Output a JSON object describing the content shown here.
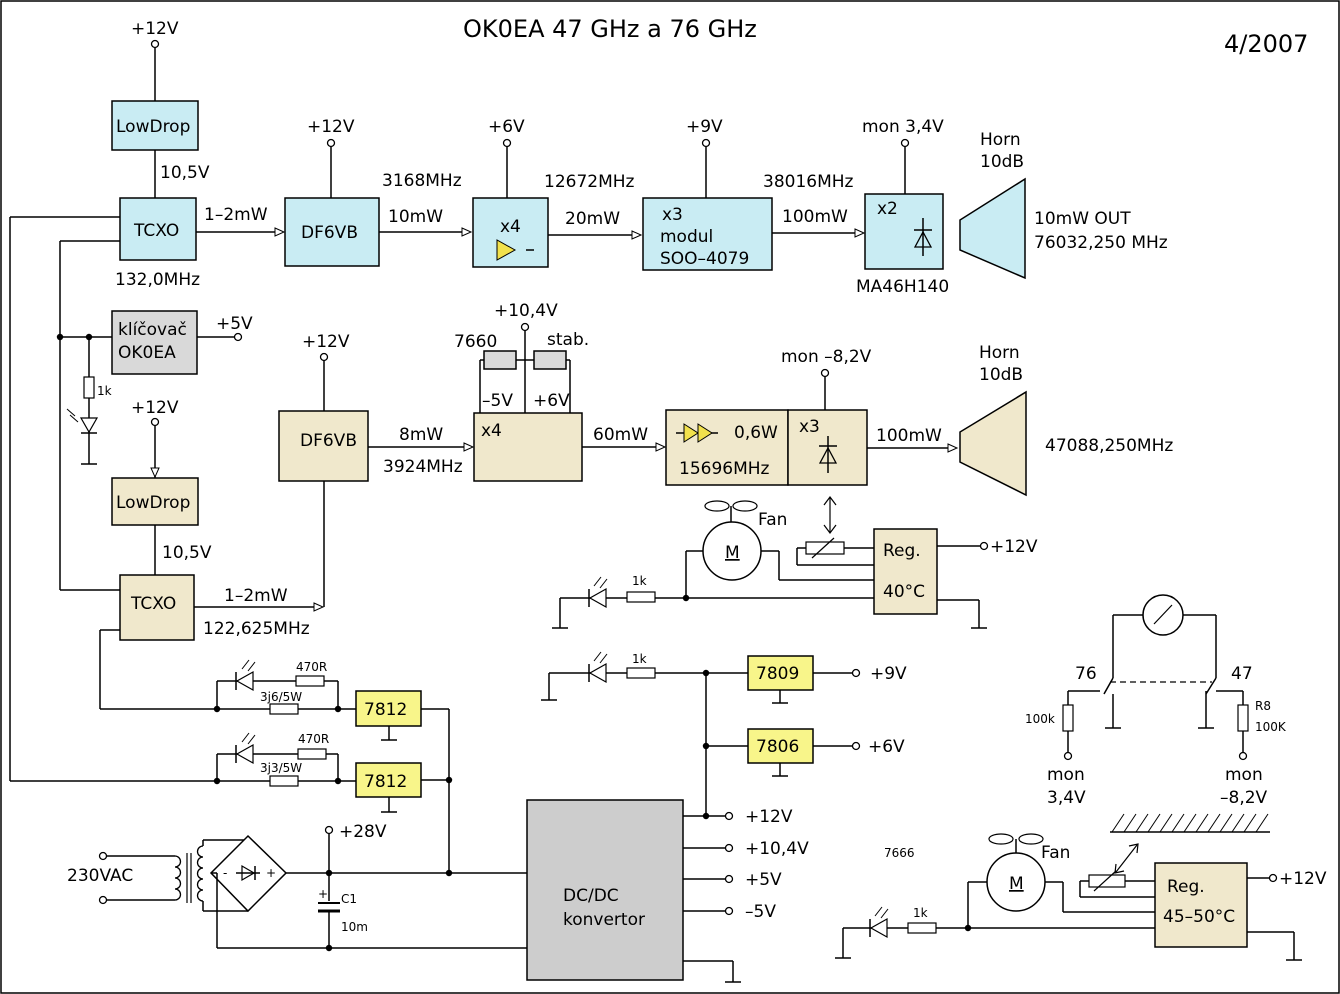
{
  "title": "OK0EA  47 GHz a 76 GHz",
  "date": "4/2007",
  "colors": {
    "cyan": "#c9ecf3",
    "beige": "#f0e8cc",
    "gray": "#d9d9d9",
    "yellow": "#f8f58a",
    "dcdc": "#cdcdcd",
    "triangle": "#f2e14c"
  },
  "chain76": {
    "supply_top": "+12V",
    "lowdrop": "LowDrop",
    "v105": "10,5V",
    "tcxo": "TCXO",
    "tcxo_freq": "132,0MHz",
    "p1": "1–2mW",
    "df6vb_v": "+12V",
    "df6vb": "DF6VB",
    "f3168": "3168MHz",
    "p10": "10mW",
    "x4_v": "+6V",
    "x4": "x4",
    "f12672": "12672MHz",
    "p20": "20mW",
    "x3_v": "+9V",
    "x3_l1": "x3",
    "x3_l2": "modul",
    "x3_l3": "SOO–4079",
    "f38016": "38016MHz",
    "p100": "100mW",
    "x2_v": "mon 3,4V",
    "x2": "x2",
    "diode": "MA46H140",
    "horn_l1": "Horn",
    "horn_l2": "10dB",
    "out_l1": "10mW OUT",
    "out_l2": "76032,250 MHz"
  },
  "keyer": {
    "l1": "klíčovač",
    "l2": "OK0EA",
    "v": "+5V",
    "r": "1k"
  },
  "chain47": {
    "lowdrop_v": "+12V",
    "lowdrop": "LowDrop",
    "v105": "10,5V",
    "tcxo": "TCXO",
    "p1": "1–2mW",
    "tcxo_freq": "122,625MHz",
    "df6vb_v": "+12V",
    "df6vb": "DF6VB",
    "p8": "8mW",
    "f3924": "3924MHz",
    "v104": "+10,4V",
    "reg7660": "7660",
    "stab": "stab.",
    "m5": "–5V",
    "p6": "+6V",
    "x4": "x4",
    "p60": "60mW",
    "pa_p": "0,6W",
    "pa_f": "15696MHz",
    "x3_v": "mon –8,2V",
    "x3": "x3",
    "p100": "100mW",
    "horn_l1": "Horn",
    "horn_l2": "10dB",
    "out": "47088,250MHz"
  },
  "fan1": {
    "fan": "Fan",
    "motor": "M",
    "reg_l1": "Reg.",
    "reg_l2": "40°C",
    "v": "+12V",
    "r": "1k"
  },
  "fan2": {
    "fan": "Fan",
    "motor": "M",
    "reg_l1": "Reg.",
    "reg_l2": "45–50°C",
    "v": "+12V",
    "r": "1k",
    "label7666": "7666"
  },
  "psu": {
    "r470a": "470R",
    "r3j6": "3j6/5W",
    "r470b": "470R",
    "r3j3": "3j3/5W",
    "reg7812a": "7812",
    "reg7812b": "7812",
    "ac": "230VAC",
    "v28": "+28V",
    "c1": "C1",
    "c1v": "10m",
    "dcdc_l1": "DC/DC",
    "dcdc_l2": "konvertor",
    "o12": "+12V",
    "o104": "+10,4V",
    "o5": "+5V",
    "om5": "–5V",
    "r1k": "1k",
    "reg7809": "7809",
    "o9": "+9V",
    "reg7806": "7806",
    "o6": "+6V"
  },
  "meter": {
    "sw76": "76",
    "sw47": "47",
    "r100k_a": "100k",
    "r8": "R8",
    "r100k_b": "100K",
    "mon_a": "mon",
    "mon_a_v": "3,4V",
    "mon_b": "mon",
    "mon_b_v": "–8,2V"
  }
}
